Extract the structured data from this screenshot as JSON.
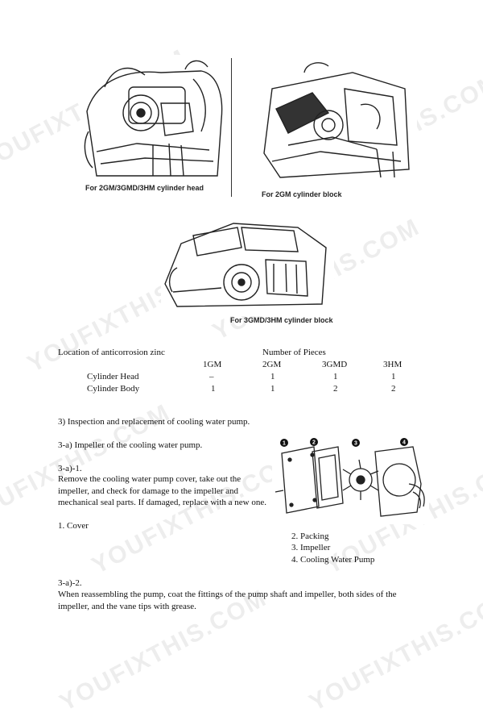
{
  "figures": {
    "fig1_caption": "For 2GM/3GMD/3HM cylinder head",
    "fig2_caption": "For 2GM cylinder block",
    "fig3_caption": "For 3GMD/3HM cylinder block"
  },
  "zinc_table": {
    "title": "Location of anticorrosion zinc",
    "group_header": "Number of Pieces",
    "columns": [
      "1GM",
      "2GM",
      "3GMD",
      "3HM"
    ],
    "rows": [
      {
        "label": "Cylinder Head",
        "values": [
          "–",
          "1",
          "1",
          "1"
        ]
      },
      {
        "label": "Cylinder Body",
        "values": [
          "1",
          "1",
          "2",
          "2"
        ]
      }
    ]
  },
  "section": {
    "heading": "3) Inspection and replacement of cooling water pump.",
    "subheading": "3-a) Impeller of the cooling water pump.",
    "step1_label": "3-a)-1.",
    "step1_text": "Remove the cooling water pump cover, take out the impeller, and check for damage to the impeller and mechanical seal parts. If damaged, replace with a new one.",
    "parts": [
      "1. Cover",
      "2. Packing",
      "3. Impeller",
      "4. Cooling Water Pump"
    ],
    "callouts": [
      "1",
      "2",
      "3",
      "4"
    ],
    "step2_label": "3-a)-2.",
    "step2_text": "When reassembling the pump, coat the fittings of the pump shaft and impeller, both sides of the impeller, and the vane tips with grease."
  },
  "watermark": "YOUFIXTHIS.COM",
  "colors": {
    "text": "#111111",
    "watermark": "#000000"
  }
}
